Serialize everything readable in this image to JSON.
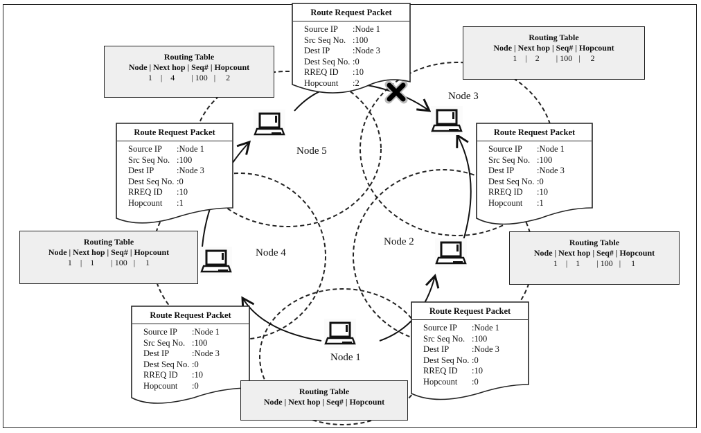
{
  "diagram": {
    "title": "AODV Route Request propagation from Node 1 to Node 3",
    "nodes": [
      {
        "id": "node1",
        "label": "Node 1"
      },
      {
        "id": "node2",
        "label": "Node 2"
      },
      {
        "id": "node3",
        "label": "Node 3"
      },
      {
        "id": "node4",
        "label": "Node 4"
      },
      {
        "id": "node5",
        "label": "Node 5"
      }
    ],
    "edges": [
      {
        "from": "Node 1",
        "to": "Node 4",
        "type": "rreq-forward"
      },
      {
        "from": "Node 1",
        "to": "Node 2",
        "type": "rreq-forward"
      },
      {
        "from": "Node 4",
        "to": "Node 5",
        "type": "rreq-forward"
      },
      {
        "from": "Node 2",
        "to": "Node 3",
        "type": "rreq-forward"
      },
      {
        "from": "Node 5",
        "to": "Node 3",
        "type": "rreq-forward",
        "status": "discarded (duplicate)"
      }
    ],
    "blocked_marker": "✖",
    "packet_fields": [
      "Source IP",
      "Src Seq No.",
      "Dest IP",
      "Dest Seq No.",
      "RREQ ID",
      "Hopcount"
    ],
    "packets": {
      "node1_left": {
        "title": "Route Request Packet",
        "values": [
          ":Node 1",
          ":100",
          ":Node 3",
          ":0",
          ":10",
          ":0"
        ]
      },
      "node1_right": {
        "title": "Route Request Packet",
        "values": [
          ":Node 1",
          ":100",
          ":Node 3",
          ":0",
          ":10",
          ":0"
        ]
      },
      "node4": {
        "title": "Route Request Packet",
        "values": [
          ":Node 1",
          ":100",
          ":Node 3",
          ":0",
          ":10",
          ":1"
        ]
      },
      "node2": {
        "title": "Route Request Packet",
        "values": [
          ":Node 1",
          ":100",
          ":Node 3",
          ":0",
          ":10",
          ":1"
        ]
      },
      "node5": {
        "title": "Route Request Packet",
        "values": [
          ":Node 1",
          ":100",
          ":Node 3",
          ":0",
          ":10",
          ":2"
        ]
      }
    },
    "routing_tables": {
      "node1": {
        "title": "Routing Table",
        "header": "Node | Next hop | Seq# | Hopcount",
        "row": ""
      },
      "node4": {
        "title": "Routing Table",
        "header": "Node | Next hop | Seq# | Hopcount",
        "row": "1    |    1        | 100   |     1"
      },
      "node2": {
        "title": "Routing Table",
        "header": "Node | Next hop | Seq# | Hopcount",
        "row": "1    |    1        | 100   |     1"
      },
      "node5": {
        "title": "Routing Table",
        "header": "Node | Next hop | Seq# | Hopcount",
        "row": "1    |    4        | 100   |     2"
      },
      "node3": {
        "title": "Routing Table",
        "header": "Node | Next hop | Seq# | Hopcount",
        "row": "1    |    2        | 100   |     2"
      }
    },
    "colors": {
      "line": "#222222",
      "table_fill": "#efefef",
      "background": "#ffffff"
    }
  }
}
